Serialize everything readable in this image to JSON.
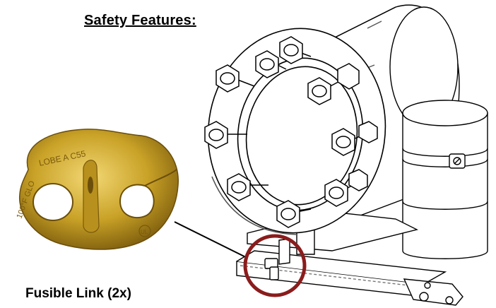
{
  "heading": "Safety Features:",
  "fusible_link": {
    "caption": "Fusible Link (2x)",
    "stamp_text": "LOBE  A  C55",
    "stamp_text_2": "100°F  GLO",
    "ul_mark": "UL"
  },
  "colors": {
    "brass": "#c9a227",
    "brass_dark": "#8a6a12",
    "highlight_circle": "#8b1c1c",
    "line": "#000000"
  }
}
